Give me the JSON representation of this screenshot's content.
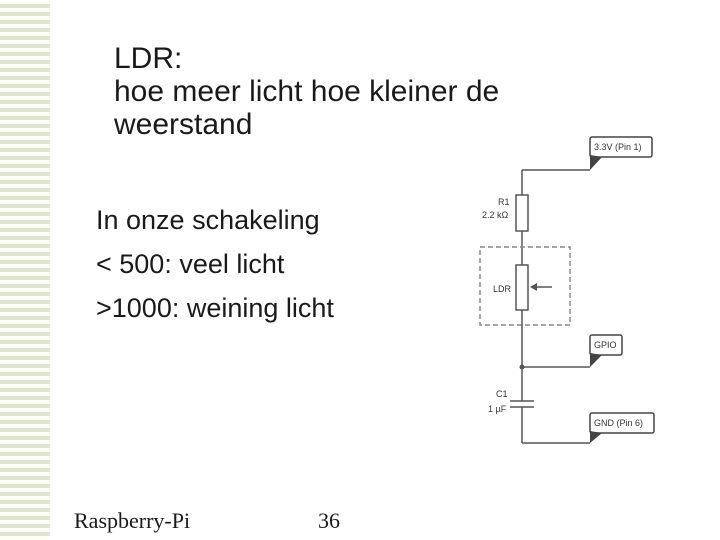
{
  "slide": {
    "title_lines": [
      "LDR:",
      "hoe meer licht hoe kleiner de",
      "weerstand"
    ],
    "body_lines": [
      "In onze schakeling",
      "< 500: veel licht",
      ">1000: weining licht"
    ],
    "footer_left": "Raspberry-Pi",
    "page_number": "36"
  },
  "circuit": {
    "labels": {
      "supply": "3.3V (Pin 1)",
      "r1_name": "R1",
      "r1_value": "2.2 kΩ",
      "ldr": "LDR",
      "gpio": "GPIO",
      "c1_name": "C1",
      "c1_value": "1 µF",
      "ground": "GND (Pin 6)"
    },
    "colors": {
      "wire": "#555555",
      "dash": "#888888"
    }
  }
}
